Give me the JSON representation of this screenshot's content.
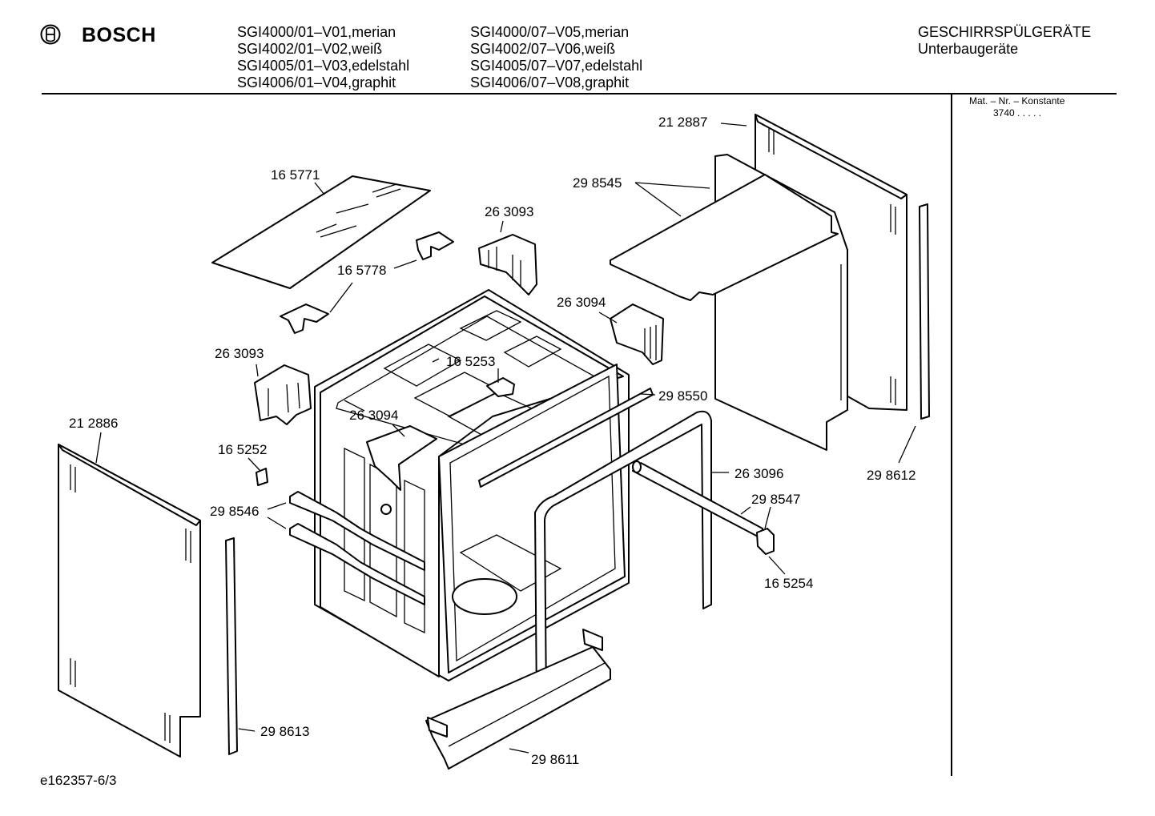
{
  "header": {
    "brand": "BOSCH",
    "models_left": [
      "SGI4000/01–V01,merian",
      "SGI4002/01–V02,weiß",
      "SGI4005/01–V03,edelstahl",
      "SGI4006/01–V04,graphit"
    ],
    "models_right": [
      "SGI4000/07–V05,merian",
      "SGI4002/07–V06,weiß",
      "SGI4005/07–V07,edelstahl",
      "SGI4006/07–V08,graphit"
    ],
    "category_line1": "GESCHIRRSPÜLGERÄTE",
    "category_line2": "Unterbaugeräte"
  },
  "side": {
    "mat_label": "Mat. – Nr. – Konstante",
    "mat_value": "3740 .  .  .  .  ."
  },
  "footer": {
    "code": "e162357-6/3"
  },
  "parts": [
    {
      "id": "p212887",
      "label": "21 2887"
    },
    {
      "id": "p298545",
      "label": "29 8545"
    },
    {
      "id": "p165771",
      "label": "16 5771"
    },
    {
      "id": "p263093a",
      "label": "26 3093"
    },
    {
      "id": "p165778",
      "label": "16 5778"
    },
    {
      "id": "p263094a",
      "label": "26 3094"
    },
    {
      "id": "p263093b",
      "label": "26 3093"
    },
    {
      "id": "p165253",
      "label": "16 5253"
    },
    {
      "id": "p298550",
      "label": "29 8550"
    },
    {
      "id": "p263094b",
      "label": "26 3094"
    },
    {
      "id": "p212886",
      "label": "21 2886"
    },
    {
      "id": "p165252",
      "label": "16 5252"
    },
    {
      "id": "p263096",
      "label": "26 3096"
    },
    {
      "id": "p298547",
      "label": "29 8547"
    },
    {
      "id": "p298546",
      "label": "29 8546"
    },
    {
      "id": "p165254",
      "label": "16 5254"
    },
    {
      "id": "p298612",
      "label": "29 8612"
    },
    {
      "id": "p298613",
      "label": "29 8613"
    },
    {
      "id": "p298611",
      "label": "29 8611"
    }
  ]
}
